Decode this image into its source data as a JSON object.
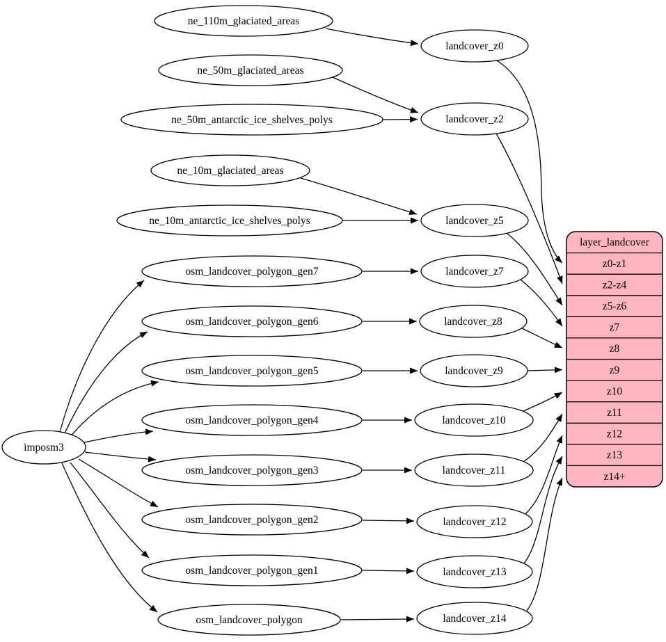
{
  "diagram": {
    "type": "graphviz-dataflow",
    "colors": {
      "background": "#ffffff",
      "node_fill": "#ffffff",
      "stroke": "#000000",
      "table_fill": "#ffb6c1"
    }
  },
  "nodes": {
    "imposm3": "imposm3",
    "ne_110m_glaciated_areas": "ne_110m_glaciated_areas",
    "ne_50m_glaciated_areas": "ne_50m_glaciated_areas",
    "ne_50m_antarctic_ice_shelves_polys": "ne_50m_antarctic_ice_shelves_polys",
    "ne_10m_glaciated_areas": "ne_10m_glaciated_areas",
    "ne_10m_antarctic_ice_shelves_polys": "ne_10m_antarctic_ice_shelves_polys",
    "osm_landcover_polygon_gen7": "osm_landcover_polygon_gen7",
    "osm_landcover_polygon_gen6": "osm_landcover_polygon_gen6",
    "osm_landcover_polygon_gen5": "osm_landcover_polygon_gen5",
    "osm_landcover_polygon_gen4": "osm_landcover_polygon_gen4",
    "osm_landcover_polygon_gen3": "osm_landcover_polygon_gen3",
    "osm_landcover_polygon_gen2": "osm_landcover_polygon_gen2",
    "osm_landcover_polygon_gen1": "osm_landcover_polygon_gen1",
    "osm_landcover_polygon": "osm_landcover_polygon",
    "landcover_z0": "landcover_z0",
    "landcover_z2": "landcover_z2",
    "landcover_z5": "landcover_z5",
    "landcover_z7": "landcover_z7",
    "landcover_z8": "landcover_z8",
    "landcover_z9": "landcover_z9",
    "landcover_z10": "landcover_z10",
    "landcover_z11": "landcover_z11",
    "landcover_z12": "landcover_z12",
    "landcover_z13": "landcover_z13",
    "landcover_z14": "landcover_z14"
  },
  "table": {
    "title": "layer_landcover",
    "rows": [
      "z0-z1",
      "z2-z4",
      "z5-z6",
      "z7",
      "z8",
      "z9",
      "z10",
      "z11",
      "z12",
      "z13",
      "z14+"
    ]
  },
  "edges": [
    {
      "from": "ne_110m_glaciated_areas",
      "to": "landcover_z0"
    },
    {
      "from": "ne_50m_glaciated_areas",
      "to": "landcover_z2"
    },
    {
      "from": "ne_50m_antarctic_ice_shelves_polys",
      "to": "landcover_z2"
    },
    {
      "from": "ne_10m_glaciated_areas",
      "to": "landcover_z5"
    },
    {
      "from": "ne_10m_antarctic_ice_shelves_polys",
      "to": "landcover_z5"
    },
    {
      "from": "imposm3",
      "to": "osm_landcover_polygon_gen7"
    },
    {
      "from": "imposm3",
      "to": "osm_landcover_polygon_gen6"
    },
    {
      "from": "imposm3",
      "to": "osm_landcover_polygon_gen5"
    },
    {
      "from": "imposm3",
      "to": "osm_landcover_polygon_gen4"
    },
    {
      "from": "imposm3",
      "to": "osm_landcover_polygon_gen3"
    },
    {
      "from": "imposm3",
      "to": "osm_landcover_polygon_gen2"
    },
    {
      "from": "imposm3",
      "to": "osm_landcover_polygon_gen1"
    },
    {
      "from": "imposm3",
      "to": "osm_landcover_polygon"
    },
    {
      "from": "osm_landcover_polygon_gen7",
      "to": "landcover_z7"
    },
    {
      "from": "osm_landcover_polygon_gen6",
      "to": "landcover_z8"
    },
    {
      "from": "osm_landcover_polygon_gen5",
      "to": "landcover_z9"
    },
    {
      "from": "osm_landcover_polygon_gen4",
      "to": "landcover_z10"
    },
    {
      "from": "osm_landcover_polygon_gen3",
      "to": "landcover_z11"
    },
    {
      "from": "osm_landcover_polygon_gen2",
      "to": "landcover_z12"
    },
    {
      "from": "osm_landcover_polygon_gen1",
      "to": "landcover_z13"
    },
    {
      "from": "osm_landcover_polygon",
      "to": "landcover_z14"
    },
    {
      "from": "landcover_z0",
      "to": "layer_landcover:z0-z1"
    },
    {
      "from": "landcover_z2",
      "to": "layer_landcover:z2-z4"
    },
    {
      "from": "landcover_z5",
      "to": "layer_landcover:z5-z6"
    },
    {
      "from": "landcover_z7",
      "to": "layer_landcover:z7"
    },
    {
      "from": "landcover_z8",
      "to": "layer_landcover:z8"
    },
    {
      "from": "landcover_z9",
      "to": "layer_landcover:z9"
    },
    {
      "from": "landcover_z10",
      "to": "layer_landcover:z10"
    },
    {
      "from": "landcover_z11",
      "to": "layer_landcover:z11"
    },
    {
      "from": "landcover_z12",
      "to": "layer_landcover:z12"
    },
    {
      "from": "landcover_z13",
      "to": "layer_landcover:z13"
    },
    {
      "from": "landcover_z14",
      "to": "layer_landcover:z14+"
    }
  ]
}
